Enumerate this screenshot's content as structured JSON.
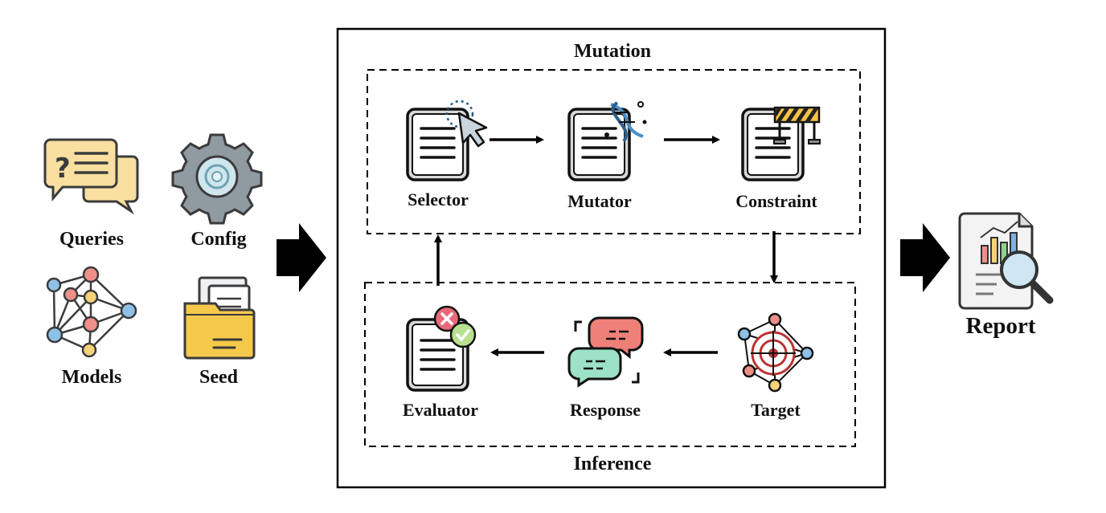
{
  "inputs": {
    "queries": "Queries",
    "config": "Config",
    "models": "Models",
    "seed": "Seed"
  },
  "mutation": {
    "title": "Mutation",
    "selector": "Selector",
    "mutator": "Mutator",
    "constraint": "Constraint"
  },
  "inference": {
    "title": "Inference",
    "evaluator": "Evaluator",
    "response": "Response",
    "target": "Target"
  },
  "output": {
    "report": "Report"
  },
  "colors": {
    "queries_fill": "#f9dfa0",
    "gear_fill": "#8f9aa1",
    "gear_center": "#cfe6ec",
    "folder_fill": "#f6c94b",
    "node_red": "#ef8f8a",
    "node_blue": "#8ec1e6",
    "node_yellow": "#f6d27a",
    "bubble_red": "#ee8078",
    "bubble_green": "#9be2c6",
    "check_green": "#b9e08f",
    "report_bar_green": "#8fd18c",
    "report_bar_blue": "#7fb2e5"
  }
}
